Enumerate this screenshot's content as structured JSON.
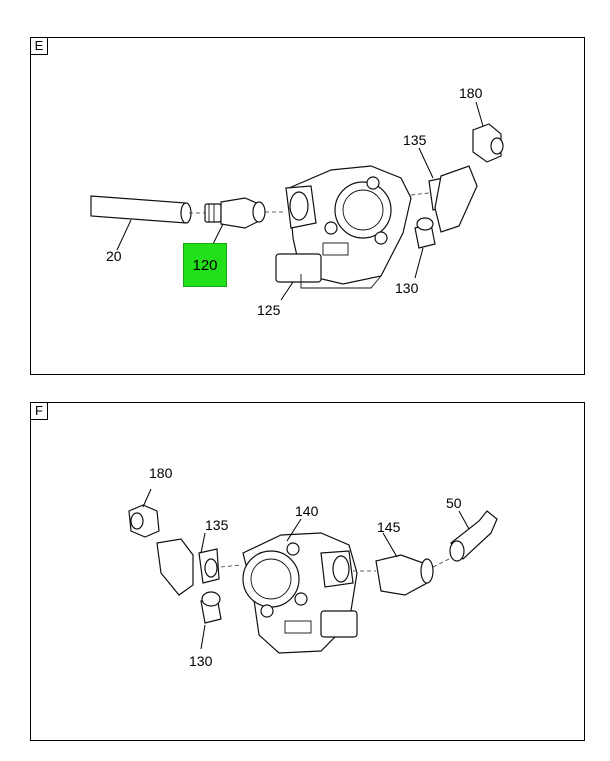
{
  "panels": [
    {
      "id": "E",
      "callouts": [
        {
          "id": "20",
          "label": "20"
        },
        {
          "id": "120",
          "label": "120",
          "highlight": true
        },
        {
          "id": "125",
          "label": "125"
        },
        {
          "id": "130",
          "label": "130"
        },
        {
          "id": "135",
          "label": "135"
        },
        {
          "id": "180",
          "label": "180"
        }
      ]
    },
    {
      "id": "F",
      "callouts": [
        {
          "id": "180",
          "label": "180"
        },
        {
          "id": "135",
          "label": "135"
        },
        {
          "id": "140",
          "label": "140"
        },
        {
          "id": "145",
          "label": "145"
        },
        {
          "id": "50",
          "label": "50"
        },
        {
          "id": "130",
          "label": "130"
        }
      ]
    }
  ],
  "colors": {
    "highlight": "#22e01a",
    "line": "#000000",
    "background": "#ffffff"
  }
}
